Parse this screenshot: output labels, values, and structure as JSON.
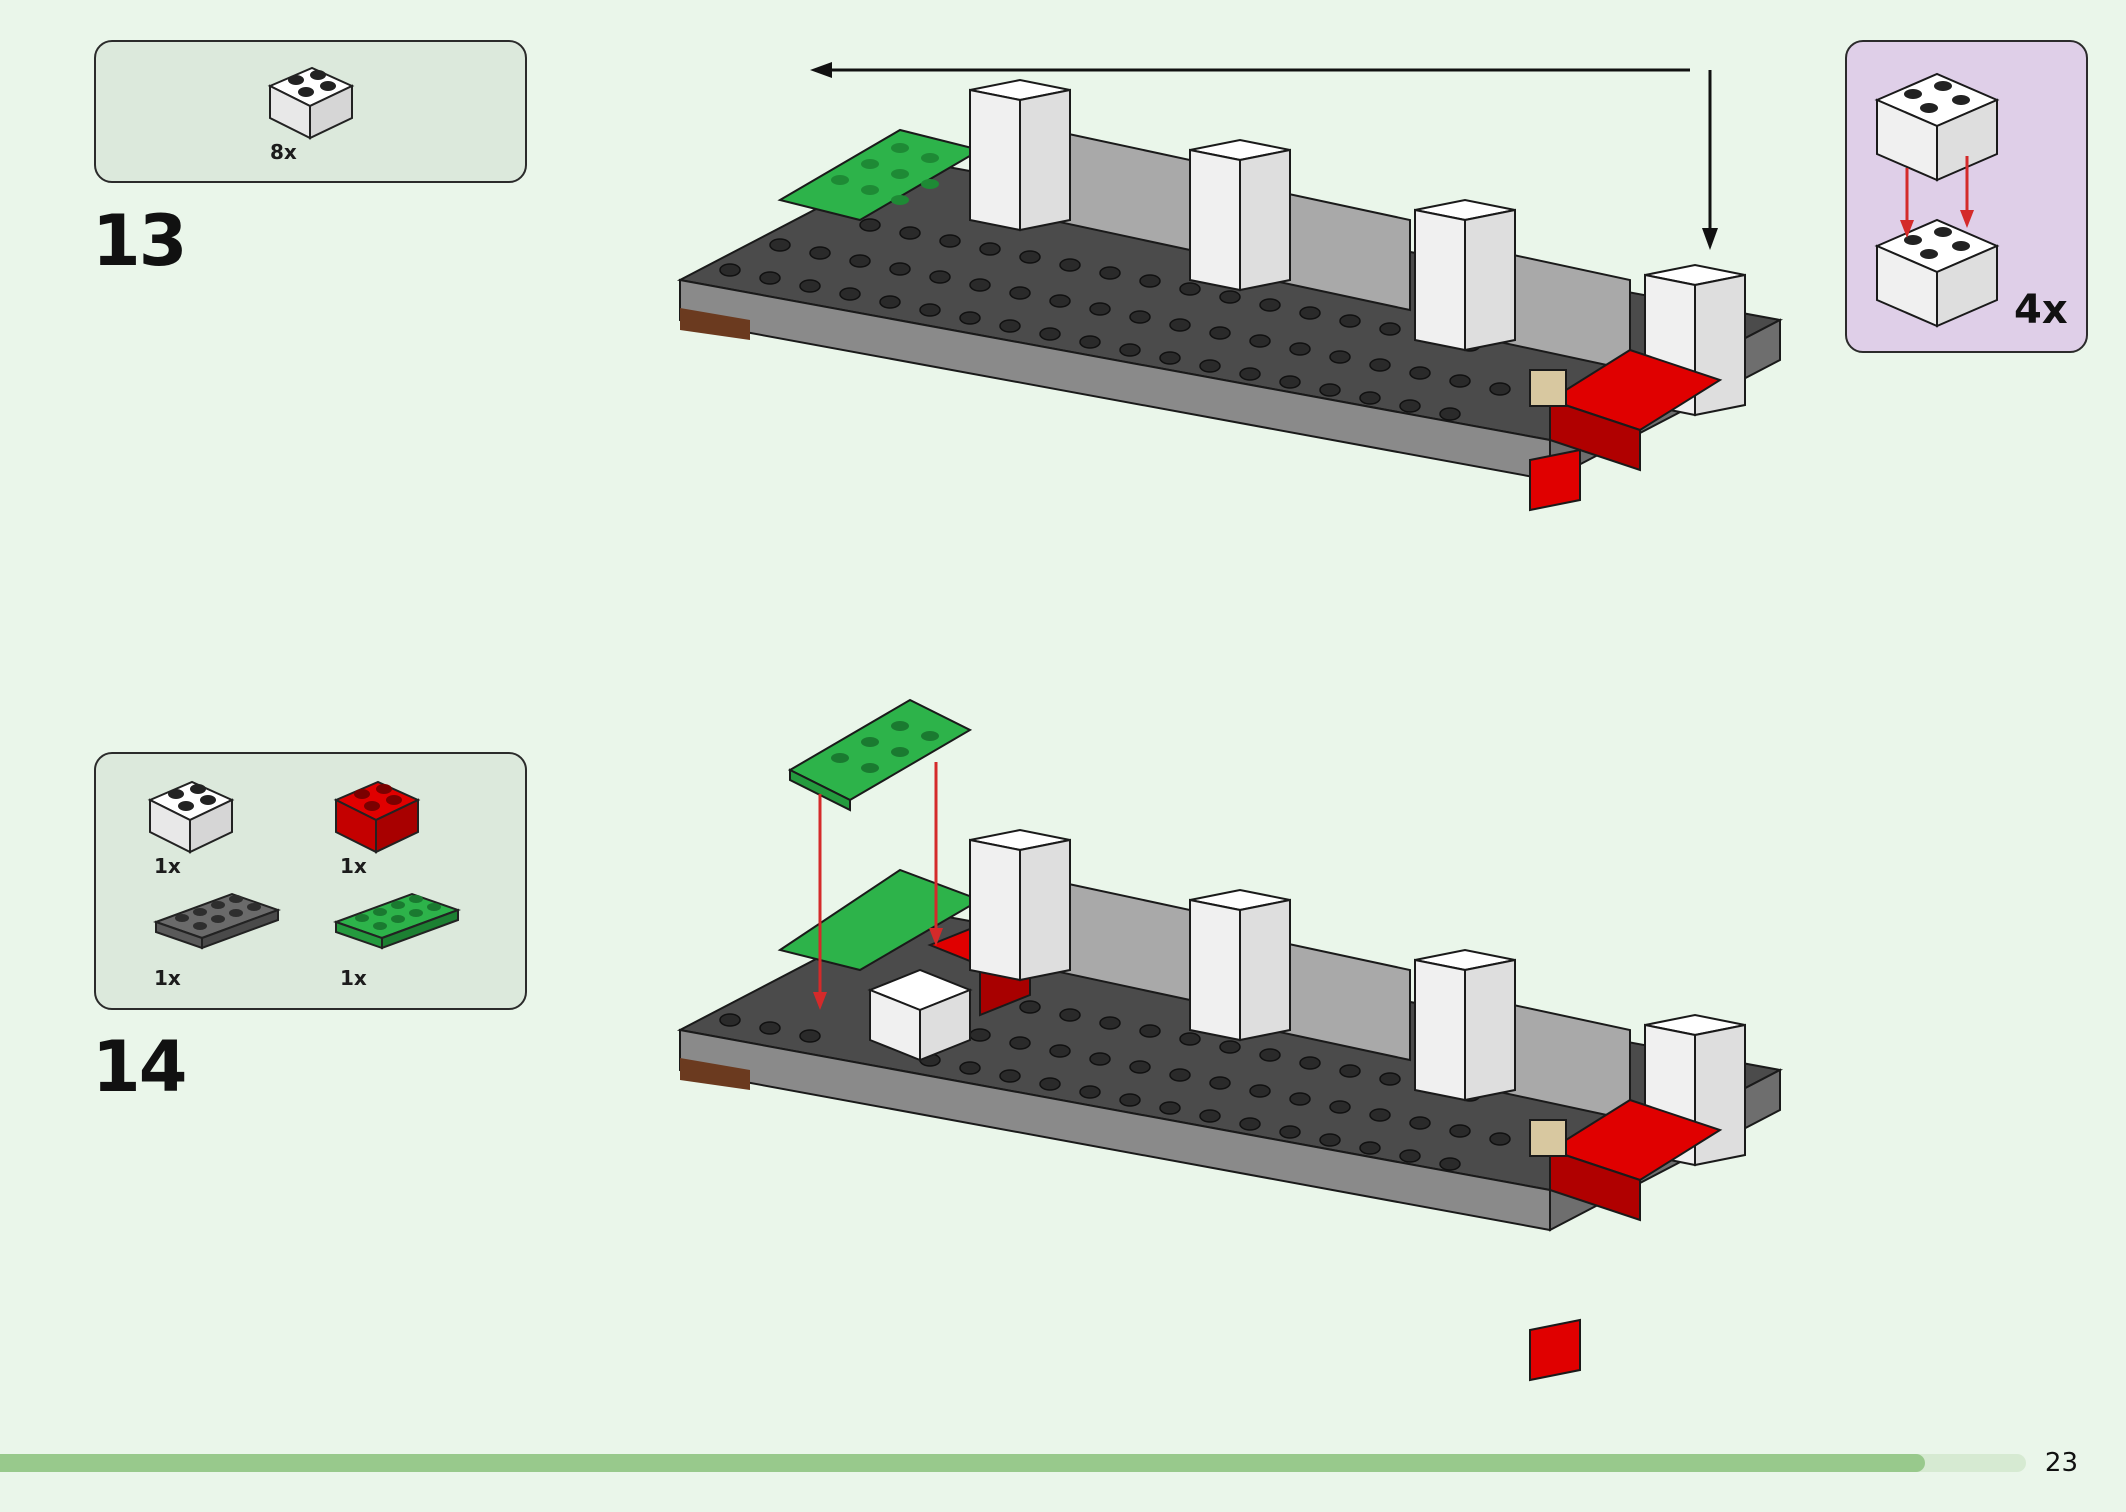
{
  "steps": [
    {
      "number": "13",
      "parts": [
        {
          "count": "8x",
          "color": "#ffffff",
          "kind": "brick-2x2"
        }
      ],
      "callout": {
        "multiplier": "4x",
        "background": "#dfcfe8"
      }
    },
    {
      "number": "14",
      "parts": [
        {
          "count": "1x",
          "color": "#ffffff",
          "kind": "brick-2x2"
        },
        {
          "count": "1x",
          "color": "#e00000",
          "kind": "brick-2x2"
        },
        {
          "count": "1x",
          "color": "#6a6a6a",
          "kind": "plate-2x4"
        },
        {
          "count": "1x",
          "color": "#2db34a",
          "kind": "plate-2x4"
        }
      ]
    }
  ],
  "colors": {
    "page_background": "#eaf6ea",
    "parts_box": "#dce9dc",
    "callout_box": "#dfcfe8",
    "progress": "#98c98c",
    "baseplate": "#4a4a4a",
    "wall": "#a9a9a9",
    "white_brick": "#ffffff",
    "red_brick": "#e00000",
    "green_plate": "#2db34a",
    "tan_piece": "#d8c8a0",
    "arrow_red": "#d42a2a"
  },
  "progress": {
    "fraction": 0.95
  },
  "page": {
    "number": "23"
  }
}
